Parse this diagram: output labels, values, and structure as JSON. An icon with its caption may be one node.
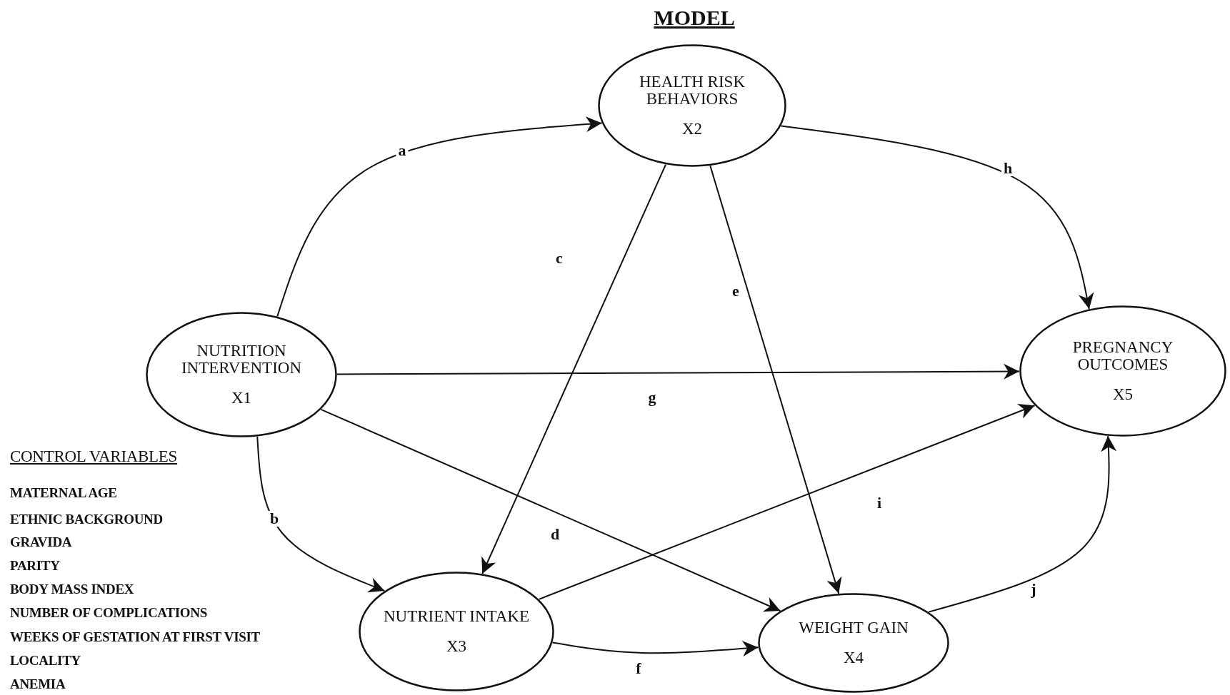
{
  "diagram": {
    "title": "MODEL",
    "nodes": [
      {
        "text": [
          "NUTRITION INTERVENTION",
          "X1"
        ]
      },
      {
        "text": [
          "HEALTH RISK BEHAVIORS",
          "X2"
        ]
      },
      {
        "text": [
          "NUTRIENT INTAKE",
          "X3"
        ]
      },
      {
        "text": [
          "WEIGHT GAIN",
          "X4"
        ]
      },
      {
        "text": [
          "PREGNANCY OUTCOMES",
          "X5"
        ]
      }
    ],
    "edges": [
      {
        "from": 0,
        "to": 1,
        "arrow": "to",
        "label": "a"
      },
      {
        "from": 0,
        "to": 2,
        "arrow": "to",
        "label": "b"
      },
      {
        "from": 1,
        "to": 2,
        "arrow": "to",
        "label": "c"
      },
      {
        "from": 0,
        "to": 3,
        "arrow": "to",
        "label": "d"
      },
      {
        "from": 1,
        "to": 3,
        "arrow": "to",
        "label": "e"
      },
      {
        "from": 2,
        "to": 3,
        "arrow": "to",
        "label": "f"
      },
      {
        "from": 0,
        "to": 4,
        "arrow": "to",
        "label": "g"
      },
      {
        "from": 1,
        "to": 4,
        "arrow": "to",
        "label": "h"
      },
      {
        "from": 2,
        "to": 4,
        "arrow": "to",
        "label": "i"
      },
      {
        "from": 3,
        "to": 4,
        "arrow": "to",
        "label": "j"
      }
    ],
    "labels": [
      "CONTROL VARIABLES",
      "MATERNAL AGE",
      "ETHNIC BACKGROUND",
      "GRAVIDA",
      "PARITY",
      "BODY MASS INDEX",
      "NUMBER OF COMPLICATIONS",
      "WEEKS OF GESTATION AT FIRST VISIT",
      "LOCALITY",
      "ANEMIA"
    ]
  }
}
